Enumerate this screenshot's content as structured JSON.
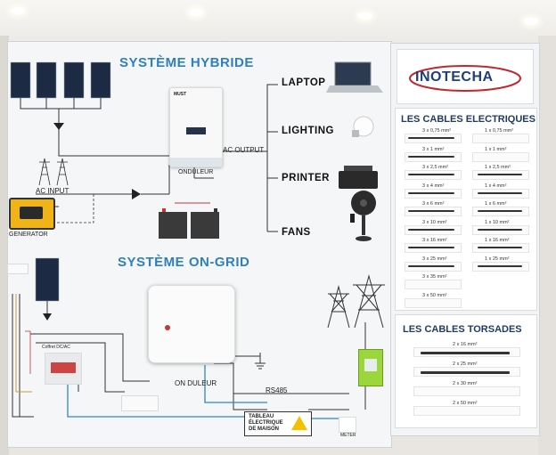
{
  "hybrid": {
    "title": "SYSTÈME HYBRIDE",
    "ac_output": "AC OUTPUT",
    "ac_input": "AC INPUT",
    "generator": "GENERATOR",
    "onduleur": "ONDULEUR",
    "inverter_brand": "MUST",
    "loads": [
      "LAPTOP",
      "LIGHTING",
      "PRINTER",
      "FANS"
    ]
  },
  "ongrid": {
    "title": "SYSTÈME ON-GRID",
    "coffret": "Coffret DC/AC",
    "onduleur": "ON DULEUR",
    "rs485": "RS485",
    "tableau_l1": "TABLEAU",
    "tableau_l2": "ÉLECTRIQUE",
    "tableau_l3": "DE MAISON",
    "meter": "METER"
  },
  "brand": {
    "name": "INOTECHA"
  },
  "cables_electriques": {
    "title": "LES CABLES ELECTRIQUES",
    "left": [
      "3 x 0,75 mm²",
      "3 x 1 mm²",
      "3 x 2,5 mm²",
      "3 x 4 mm²",
      "3 x 6 mm²",
      "3 x 10 mm²",
      "3 x 16 mm²",
      "3 x 25 mm²",
      "3 x 35 mm²",
      "3 x 50 mm²"
    ],
    "right": [
      "1 x 0,75 mm²",
      "1 x 1 mm²",
      "1 x 2,5 mm²",
      "1 x 4 mm²",
      "1 x 6 mm²",
      "1 x 10 mm²",
      "1 x 16 mm²",
      "1 x 25 mm²"
    ]
  },
  "cables_torsades": {
    "title": "LES CABLES TORSADES",
    "items": [
      "2 x 16 mm²",
      "2 x 25 mm²",
      "2 x 30 mm²",
      "2 x 50 mm²"
    ]
  }
}
